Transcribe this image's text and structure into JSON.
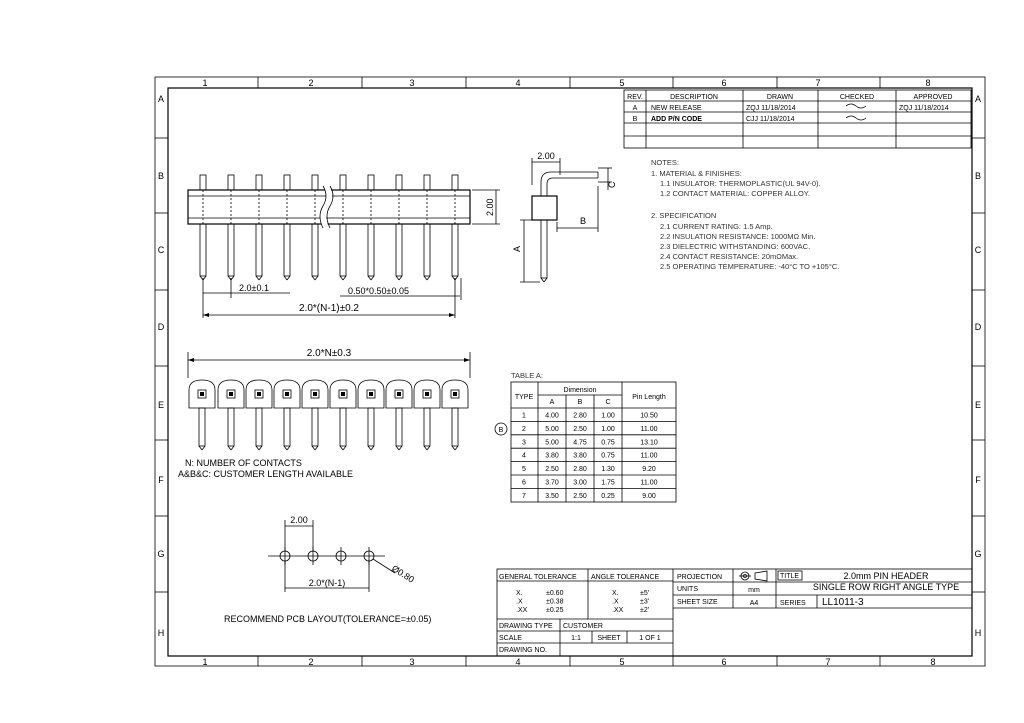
{
  "border": {
    "cols": [
      "1",
      "2",
      "3",
      "4",
      "5",
      "6",
      "7",
      "8"
    ],
    "rows": [
      "A",
      "B",
      "C",
      "D",
      "E",
      "F",
      "G",
      "H"
    ]
  },
  "revision": {
    "headers": [
      "REV.",
      "DESCRIPTION",
      "DRAWN",
      "CHECKED",
      "APPROVED"
    ],
    "rows": [
      {
        "rev": "A",
        "desc": "NEW RELEASE",
        "drawn": "ZQJ 11/18/2014",
        "checked": "~",
        "approved": "ZQJ 11/18/2014"
      },
      {
        "rev": "B",
        "desc": "ADD P/N CODE",
        "drawn": "CJJ 11/18/2014",
        "checked": "~",
        "approved": ""
      }
    ]
  },
  "notes": {
    "title": "NOTES:",
    "lines": [
      "1. MATERIAL & FINISHES:",
      "1.1 INSULATOR: THERMOPLASTIC(UL 94V-0).",
      "1.2 CONTACT MATERIAL: COPPER ALLOY.",
      "2. SPECIFICATION",
      "2.1 CURRENT RATING: 1.5 Amp.",
      "2.2 INSULATION RESISTANCE: 1000MΩ Min.",
      "2.3 DIELECTRIC WITHSTANDING: 600VAC.",
      "2.4 CONTACT RESISTANCE: 20mΩMax.",
      "2.5 OPERATING TEMPERATURE: -40°C TO +105°C."
    ]
  },
  "front_view": {
    "dim_pitch": "2.0±0.1",
    "dim_pin": "0.50*0.50±0.05",
    "dim_total": "2.0*(N-1)±0.2",
    "dim_height": "2.00"
  },
  "side_view": {
    "dim_top": "2.00",
    "label_a": "A",
    "label_b": "B",
    "label_c": "C"
  },
  "bottom_view": {
    "dim_total": "2.0*N±0.3",
    "note_n": "N: NUMBER OF CONTACTS",
    "note_abc": "A&B&C: CUSTOMER LENGTH AVAILABLE"
  },
  "table_a": {
    "title": "TABLE A:",
    "h_type": "TYPE",
    "h_dimension": "Dimension",
    "h_a": "A",
    "h_b": "B",
    "h_c": "C",
    "h_pin": "Pin Length",
    "rev_marker": "B",
    "rows": [
      [
        "1",
        "4.00",
        "2.80",
        "1.00",
        "10.50"
      ],
      [
        "2",
        "5.00",
        "2.50",
        "1.00",
        "11.00"
      ],
      [
        "3",
        "5.00",
        "4.75",
        "0.75",
        "13.10"
      ],
      [
        "4",
        "3.80",
        "3.80",
        "0.75",
        "11.00"
      ],
      [
        "5",
        "2.50",
        "2.80",
        "1.30",
        "9.20"
      ],
      [
        "6",
        "3.70",
        "3.00",
        "1.75",
        "11.00"
      ],
      [
        "7",
        "3.50",
        "2.50",
        "0.25",
        "9.00"
      ]
    ]
  },
  "pcb_layout": {
    "dim_pitch": "2.00",
    "dim_hole": "Ø0.80",
    "dim_total": "2.0*(N-1)",
    "caption": "RECOMMEND PCB LAYOUT(TOLERANCE=±0.05)"
  },
  "title_block": {
    "general_tolerance": "GENERAL TOLERANCE",
    "angle_tolerance": "ANGLE TOLERANCE",
    "tol_rows": [
      [
        "X.",
        "±0.60",
        "X.",
        "±5'"
      ],
      [
        ".X",
        "±0.38",
        ".X",
        "±3'"
      ],
      [
        ".XX",
        "±0.25",
        ".XX",
        "±2'"
      ]
    ],
    "drawing_type_label": "DRAWING TYPE",
    "drawing_type": "CUSTOMER",
    "scale_label": "SCALE",
    "scale": "1:1",
    "sheet_label": "SHEET",
    "sheet": "1 OF 1",
    "drawing_no_label": "DRAWING NO.",
    "projection_label": "PROJECTION",
    "units_label": "UNITS",
    "units": "mm",
    "sheet_size_label": "SHEET SIZE",
    "sheet_size": "A4",
    "title_label": "TITLE",
    "title_line1": "2.0mm PIN HEADER",
    "title_line2": "SINGLE ROW RIGHT ANGLE TYPE",
    "series_label": "SERIES",
    "series": "LL1011-3"
  }
}
